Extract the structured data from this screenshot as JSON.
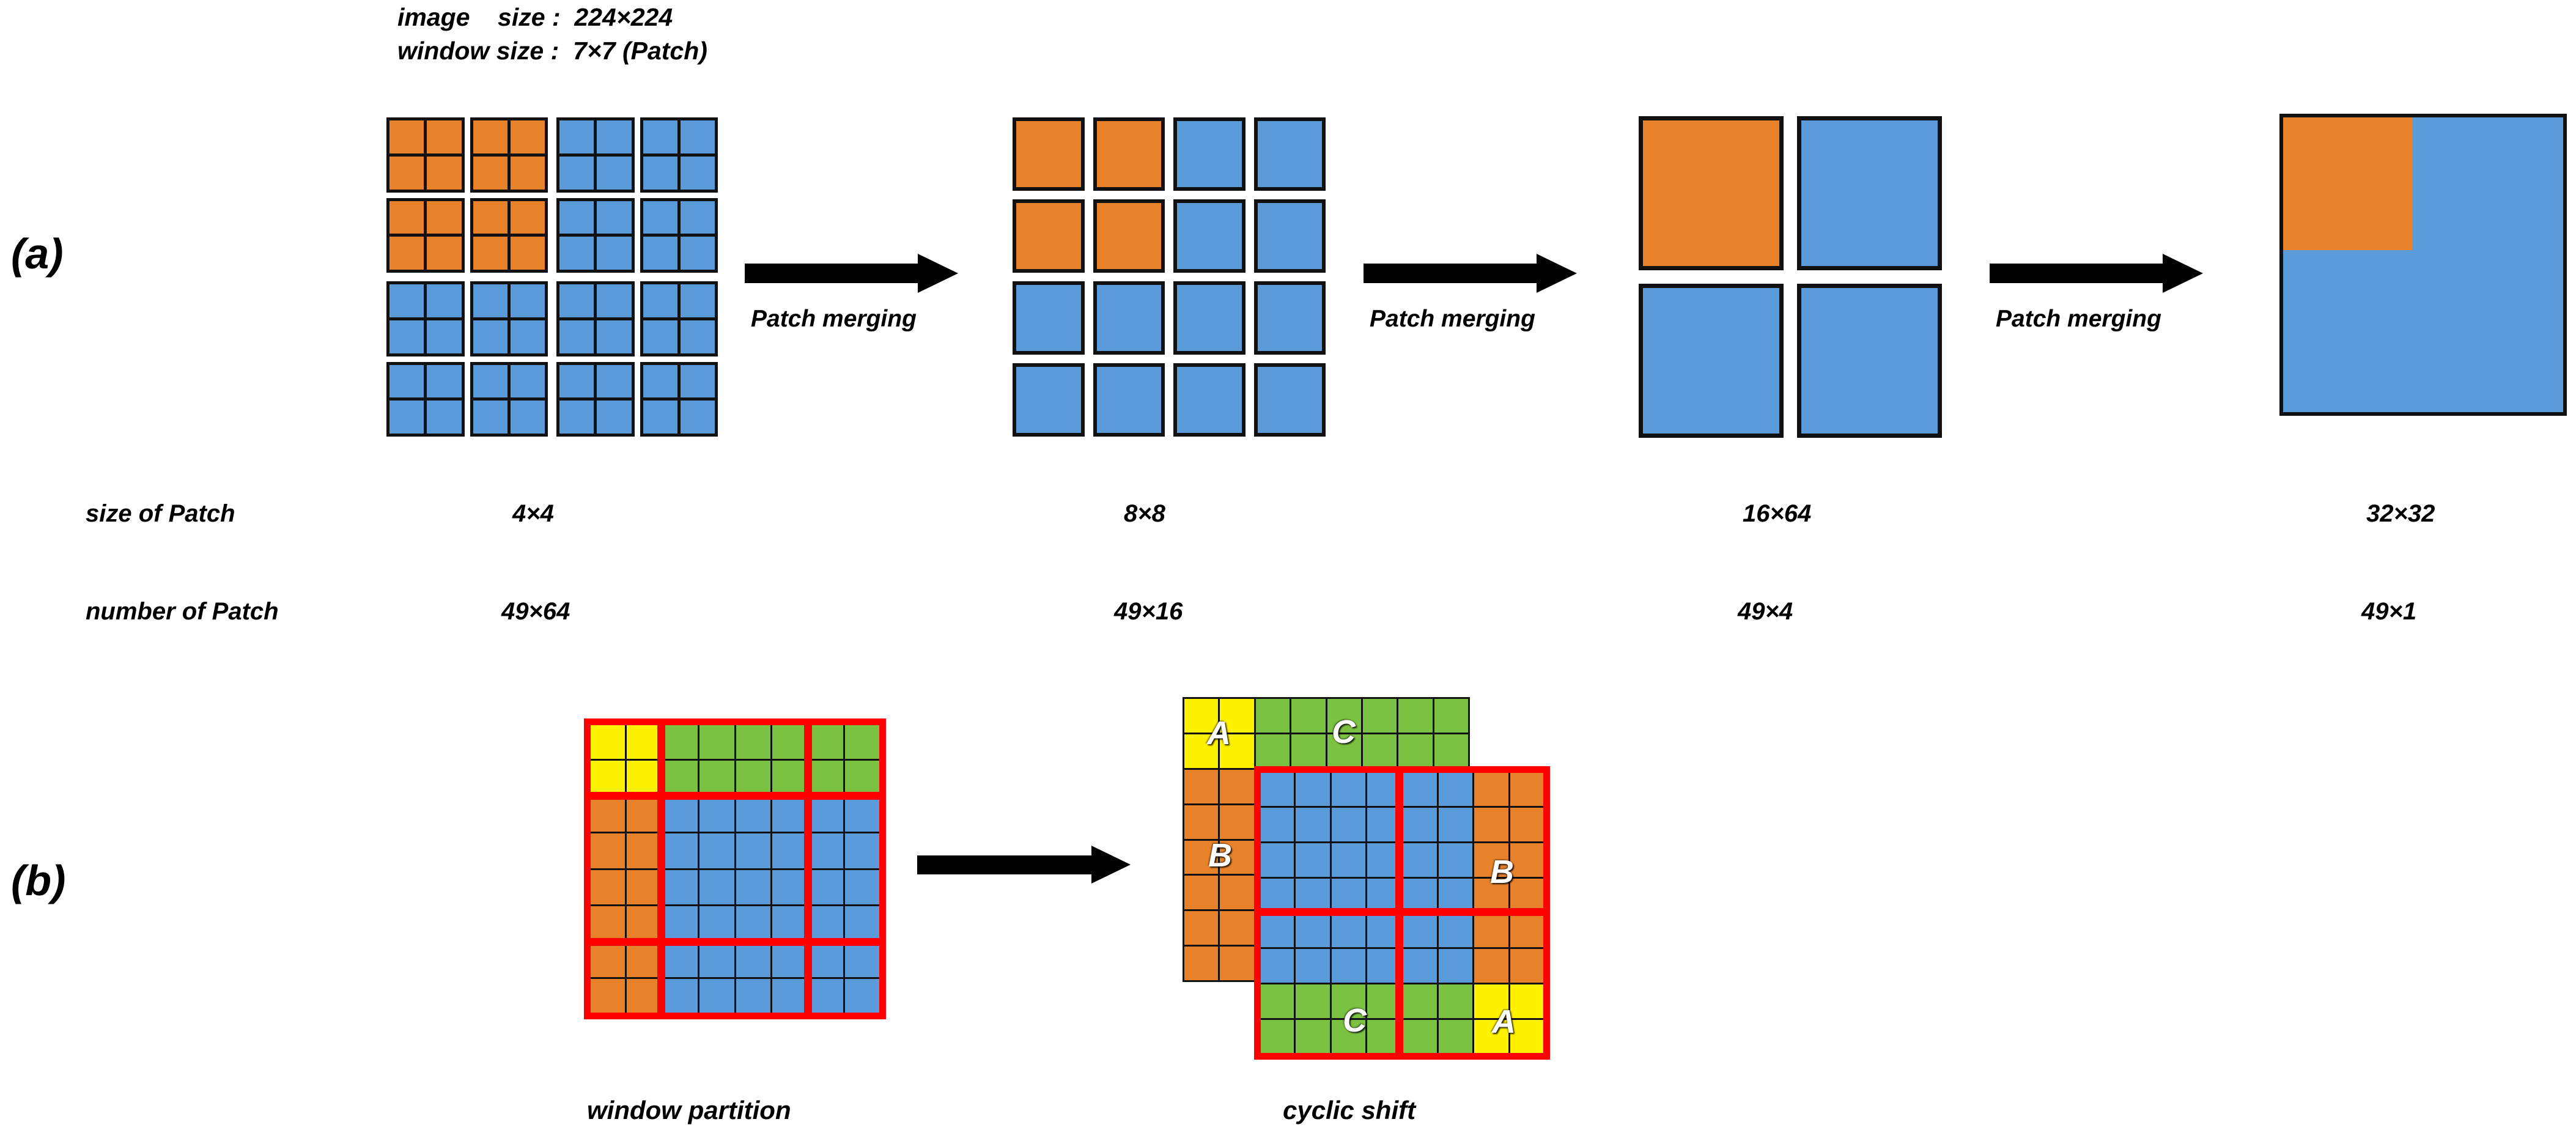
{
  "header": {
    "line1": "image    size :  224×224",
    "line2": "window size :  7×7 (Patch)"
  },
  "panels": {
    "a_label": "(a)",
    "b_label": "(b)"
  },
  "colors": {
    "orange": "#e8822a",
    "blue": "#5b9bd9",
    "green": "#7cc242",
    "yellow": "#fff200",
    "red": "#ff0000",
    "outline": "#111111"
  },
  "arrows": {
    "merge_label_1": "Patch merging",
    "merge_label_2": "Patch merging",
    "merge_label_3": "Patch merging"
  },
  "rows": {
    "size_label": "size of Patch",
    "count_label": "number of Patch",
    "size_values": [
      "4×4",
      "8×8",
      "16×64",
      "32×32"
    ],
    "count_values": [
      "49×64",
      "49×16",
      "49×4",
      "49×1"
    ]
  },
  "stages": [
    {
      "name": "stage-1",
      "structure": "2x2 quadrants, each 2x2 blocks, each block 2x2 cells",
      "quadrant_colors": [
        "orange",
        "blue",
        "blue",
        "blue"
      ]
    },
    {
      "name": "stage-2",
      "structure": "4x4 blocks",
      "block_colors": [
        "orange",
        "orange",
        "blue",
        "blue",
        "orange",
        "orange",
        "blue",
        "blue",
        "blue",
        "blue",
        "blue",
        "blue",
        "blue",
        "blue",
        "blue",
        "blue"
      ]
    },
    {
      "name": "stage-3",
      "structure": "2x2 blocks",
      "block_colors": [
        "orange",
        "blue",
        "blue",
        "blue"
      ]
    },
    {
      "name": "stage-4",
      "structure": "1 block with orange top-left corner",
      "base_color": "blue",
      "corner_color": "orange",
      "corner_fraction": 0.46
    }
  ],
  "window_partition": {
    "caption": "window partition",
    "grid": "8x8",
    "window_splits": [
      2,
      4,
      2
    ],
    "regions": [
      {
        "name": "A",
        "color": "yellow",
        "rows": "0-1",
        "cols": "0-1"
      },
      {
        "name": "C",
        "color": "green",
        "rows": "0-1",
        "cols": "2-7"
      },
      {
        "name": "B",
        "color": "orange",
        "rows": "2-7",
        "cols": "0-1"
      },
      {
        "name": "main",
        "color": "blue",
        "rows": "2-7",
        "cols": "2-7"
      }
    ]
  },
  "cyclic_shift": {
    "caption": "cyclic shift",
    "grid": "8x8",
    "shift": [
      2,
      2
    ],
    "window_splits": [
      4,
      4
    ],
    "back_labels": [
      {
        "text": "A",
        "region": "yellow-top-left"
      },
      {
        "text": "C",
        "region": "green-top-right"
      },
      {
        "text": "B",
        "region": "orange-left"
      }
    ],
    "front_labels": [
      {
        "text": "B",
        "region": "orange-right"
      },
      {
        "text": "C",
        "region": "green-bottom-left"
      },
      {
        "text": "A",
        "region": "yellow-bottom-right"
      }
    ]
  }
}
